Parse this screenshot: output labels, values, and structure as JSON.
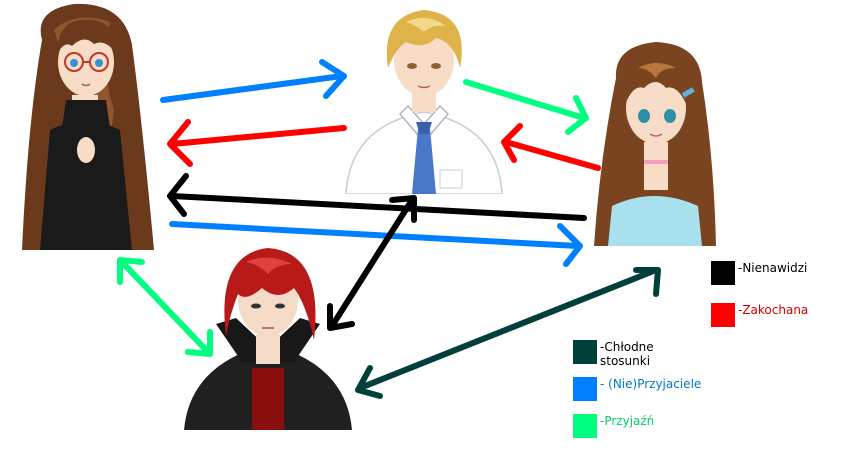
{
  "colors": {
    "hates": "#000000",
    "in_love": "#ff0000",
    "cool_relations": "#003f3a",
    "frenemies": "#0080ff",
    "friendship": "#00ff80"
  },
  "characters": [
    {
      "id": "girl-glasses",
      "hair": "#6b3a1c",
      "hair_light": "#a86a35",
      "clothes": "#1a1a1a",
      "skin": "#f7dcc8"
    },
    {
      "id": "blond-boy",
      "hair": "#e0b24a",
      "hair_light": "#f5d98a",
      "clothes": "#ffffff",
      "skin": "#f7dcc8",
      "tie": "#4a78c8"
    },
    {
      "id": "girl-blue",
      "hair": "#7a4420",
      "hair_light": "#b8783c",
      "clothes": "#a8e0ee",
      "skin": "#f7dcc8"
    },
    {
      "id": "red-hair-boy",
      "hair": "#b81a1a",
      "hair_light": "#e04040",
      "clothes": "#202020",
      "skin": "#f5dcc8",
      "shirt": "#8a1010"
    }
  ],
  "relations": [
    {
      "from": "girl-glasses",
      "to": "blond-boy",
      "type": "frenemies"
    },
    {
      "from": "blond-boy",
      "to": "girl-glasses",
      "type": "in_love"
    },
    {
      "from": "blond-boy",
      "to": "girl-blue",
      "type": "friendship"
    },
    {
      "from": "girl-blue",
      "to": "blond-boy",
      "type": "in_love"
    },
    {
      "from": "girl-blue",
      "to": "girl-glasses",
      "type": "hates"
    },
    {
      "from": "girl-glasses",
      "to": "girl-blue",
      "type": "frenemies"
    },
    {
      "from": "girl-glasses",
      "to": "red-hair-boy",
      "type": "friendship",
      "both": true
    },
    {
      "from": "red-hair-boy",
      "to": "blond-boy",
      "type": "hates",
      "both": true
    },
    {
      "from": "red-hair-boy",
      "to": "girl-blue",
      "type": "cool_relations",
      "both": true
    }
  ],
  "legend": {
    "hates": "-Nienawidzi",
    "in_love": "-Zakochana",
    "cool_relations_1": "-Chłodne",
    "cool_relations_2": "stosunki",
    "frenemies": "- (Nie)Przyjaciele",
    "friendship": "-Przyjaźń"
  }
}
